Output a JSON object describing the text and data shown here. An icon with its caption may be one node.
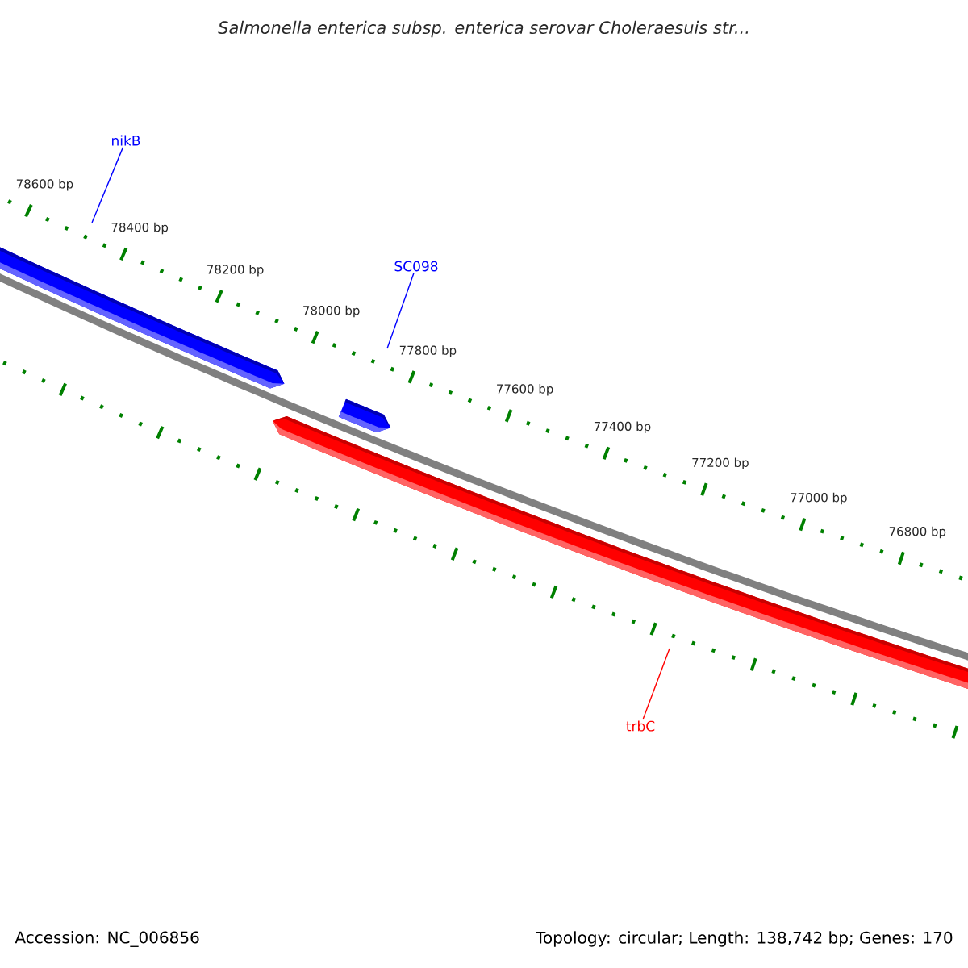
{
  "diagram": {
    "title": "Salmonella enterica subsp. enterica serovar Choleraesuis str...",
    "nodes": [
      {
        "text": [
          "nikB"
        ]
      },
      {
        "text": [],
        "shape": "bar"
      },
      {
        "text": [
          "SC098"
        ]
      },
      {
        "text": [],
        "shape": "bar"
      },
      {
        "text": [
          "trbC"
        ]
      },
      {
        "text": [],
        "shape": "bar"
      }
    ],
    "edges": [
      {
        "from": 0,
        "to": 1,
        "arrow": "none",
        "color": "#0000ff"
      },
      {
        "from": 2,
        "to": 3,
        "arrow": "none",
        "color": "#0000ff"
      },
      {
        "from": 4,
        "to": 5,
        "arrow": "none",
        "color": "#ff0000"
      }
    ],
    "labels": [
      "78600 bp",
      "78400 bp",
      "78200 bp",
      "78000 bp",
      "77800 bp",
      "77600 bp",
      "77400 bp",
      "77200 bp",
      "77000 bp",
      "76800 bp",
      "Accession: NC_006856",
      "Topology: circular; Length: 138,742 bp; Genes: 170"
    ]
  }
}
